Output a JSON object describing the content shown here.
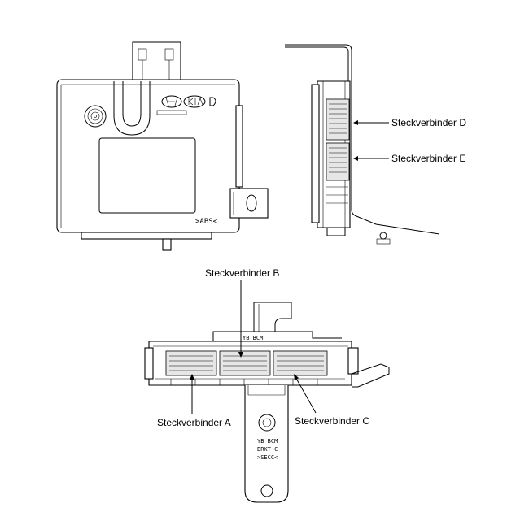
{
  "labels": {
    "connector_a": "Steckverbinder A",
    "connector_b": "Steckverbinder B",
    "connector_c": "Steckverbinder C",
    "connector_d": "Steckverbinder D",
    "connector_e": "Steckverbinder E"
  },
  "markings": {
    "abs_mark": ">ABS<",
    "unit_code": "YB BCM",
    "bracket_line1": "YB BCM",
    "bracket_line2": "BRKT C",
    "bracket_line3": ">SECC<"
  },
  "logos": {
    "brand_left": "HYUNDAI",
    "brand_right": "KIA"
  }
}
